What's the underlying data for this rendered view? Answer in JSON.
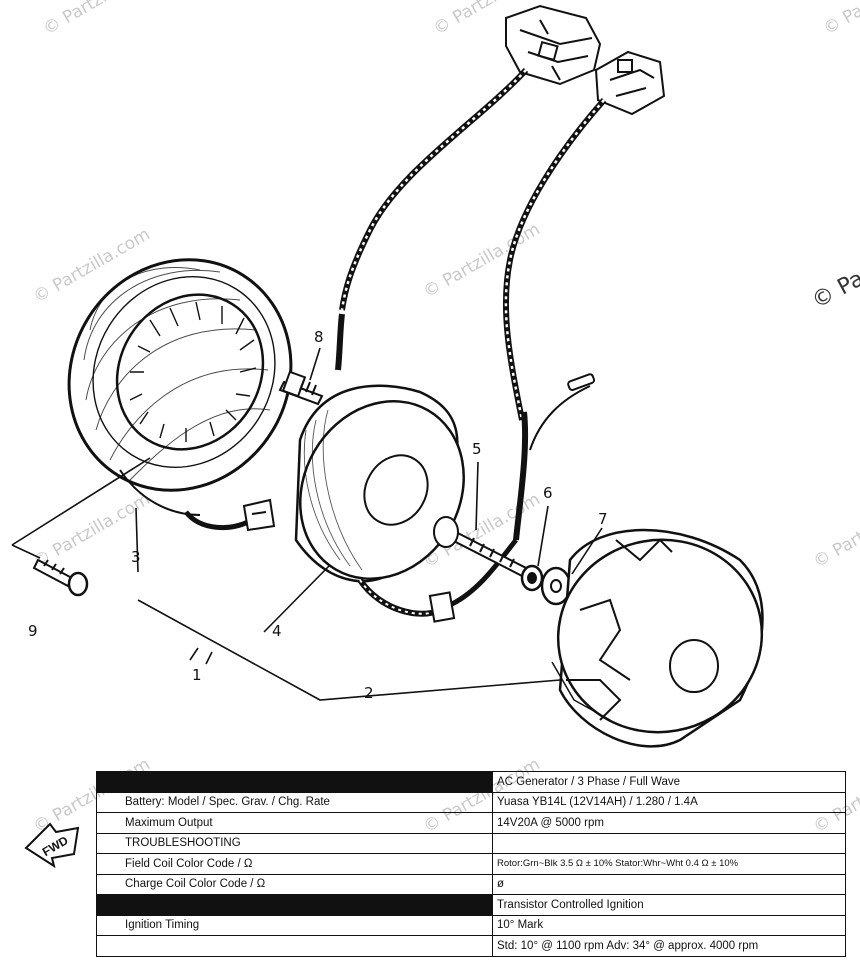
{
  "watermarks": {
    "text": "© Partzilla.com",
    "corner_text": "© Pa"
  },
  "callouts": [
    "1",
    "2",
    "3",
    "4",
    "5",
    "6",
    "7",
    "8",
    "9"
  ],
  "fwd_label": "FWD",
  "spec_table": {
    "rows": [
      {
        "label": "",
        "value": "AC Generator / 3 Phase / Full Wave",
        "black": true
      },
      {
        "label": "Battery: Model / Spec. Grav. / Chg. Rate",
        "value": "Yuasa YB14L (12V14AH) / 1.280 / 1.4A",
        "black": false
      },
      {
        "label": "Maximum Output",
        "value": "14V20A @ 5000 rpm",
        "black": false
      },
      {
        "label": "TROUBLESHOOTING",
        "value": "",
        "black": false
      },
      {
        "label": "Field Coil Color Code / Ω",
        "value": "Rotor:Grn~Blk 3.5 Ω ± 10% Stator:Whr~Wht 0.4 Ω ± 10%",
        "black": false
      },
      {
        "label": "Charge Coil Color Code / Ω",
        "value": "ø",
        "black": false
      },
      {
        "label": "",
        "value": "Transistor Controlled Ignition",
        "black": true
      },
      {
        "label": "Ignition Timing",
        "value": "10° Mark",
        "black": false
      },
      {
        "label": "",
        "value": "Std: 10° @ 1100 rpm Adv: 34° @ approx. 4000 rpm",
        "black": false
      }
    ]
  }
}
